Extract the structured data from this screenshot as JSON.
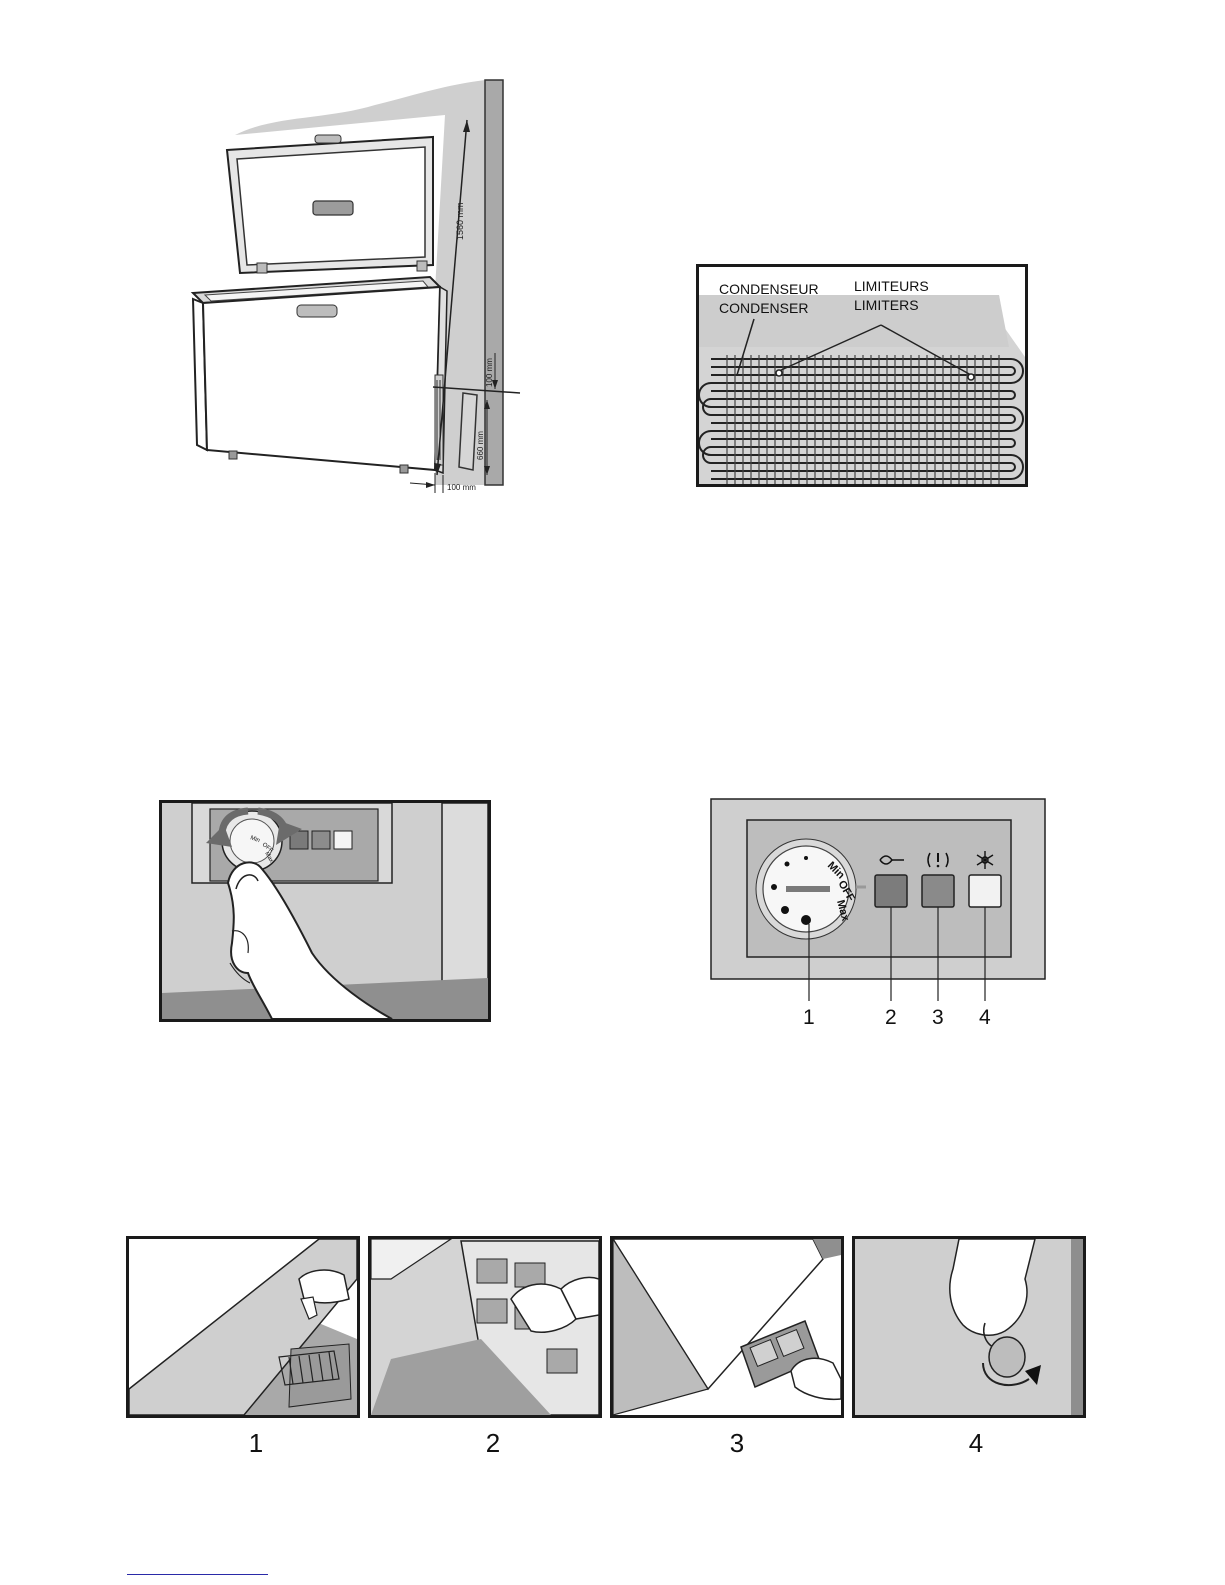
{
  "figure1": {
    "dim_height": "1560 mm",
    "dim_top_gap": "100 mm",
    "dim_vent_height": "660 mm",
    "dim_side_gap": "100 mm"
  },
  "figure2": {
    "condenser_fr": "CONDENSEUR",
    "condenser_en": "CONDENSER",
    "limiters_fr": "LIMITEURS",
    "limiters_en": "LIMITERS"
  },
  "figure3": {
    "dial_min": "Min",
    "dial_off": "OFF",
    "dial_max": "Max"
  },
  "figure4": {
    "dial_min": "Min",
    "dial_off": "OFF",
    "dial_max": "Max",
    "callouts": [
      "1",
      "2",
      "3",
      "4"
    ],
    "icons": [
      "power-indicator-icon",
      "alarm-indicator-icon",
      "fast-freeze-icon"
    ]
  },
  "panels": {
    "labels": [
      "1",
      "2",
      "3",
      "4"
    ]
  }
}
